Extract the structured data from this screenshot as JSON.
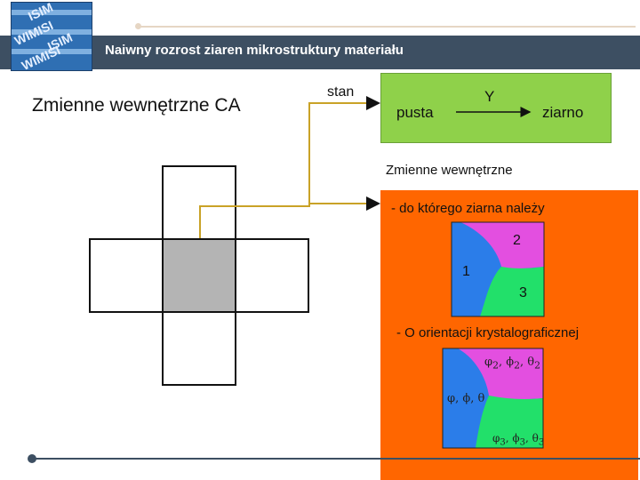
{
  "header": {
    "title": "Naiwny rozrost ziaren mikrostruktury materiału"
  },
  "logo": {
    "lines": [
      "ISIM",
      "WIMISI",
      "ISIM",
      "WIMISI"
    ]
  },
  "left_heading": "Zmienne wewnętrzne CA",
  "state_label": "stan",
  "state_box": {
    "from": "pusta",
    "arrow_label": "Y",
    "to": "ziarno"
  },
  "internal_vars_label": "Zmienne wewnętrzne",
  "orange_box": {
    "grain_line": "- do którego ziarna należy",
    "grain_numbers": [
      "2",
      "1",
      "3"
    ],
    "orientation_line": "- O orientacji krystalograficznej"
  },
  "colors": {
    "title_band": "#3d4f62",
    "green_box": "#8fd14a",
    "orange_box": "#ff6600",
    "grain_blue": "#2b7de9",
    "grain_magenta": "#e34fe0",
    "grain_green": "#22e06a",
    "neighbor_center": "#b4b4b4",
    "connector": "#c9a227"
  }
}
